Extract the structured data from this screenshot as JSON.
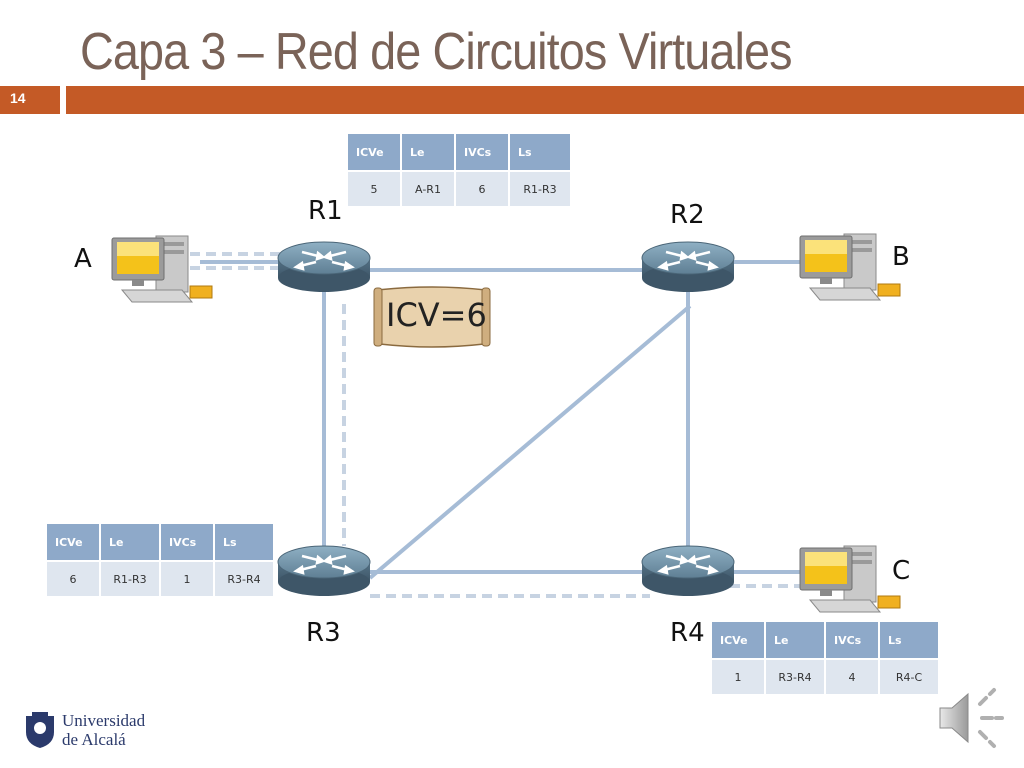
{
  "title": "Capa 3 – Red de Circuitos Virtuales",
  "slide_number": "14",
  "nodes": {
    "A": "A",
    "B": "B",
    "C": "C",
    "R1": "R1",
    "R2": "R2",
    "R3": "R3",
    "R4": "R4"
  },
  "scroll_label": "ICV=6",
  "tables": {
    "r1": {
      "headers": [
        "ICVe",
        "Le",
        "IVCs",
        "Ls"
      ],
      "row": [
        "5",
        "A-R1",
        "6",
        "R1-R3"
      ]
    },
    "r3": {
      "headers": [
        "ICVe",
        "Le",
        "IVCs",
        "Ls"
      ],
      "row": [
        "6",
        "R1-R3",
        "1",
        "R3-R4"
      ]
    },
    "r4": {
      "headers": [
        "ICVe",
        "Le",
        "IVCs",
        "Ls"
      ],
      "row": [
        "1",
        "R3-R4",
        "4",
        "R4-C"
      ]
    }
  },
  "logo": {
    "line1": "Universidad",
    "line2": "de Alcalá"
  },
  "icons": {
    "router": "router-icon",
    "computer": "computer-icon",
    "speaker": "speaker-icon",
    "logo": "university-crest-icon"
  },
  "colors": {
    "accent": "#c45a26",
    "title": "#7a6358",
    "link": "#a6bcd6",
    "table_header": "#8ea9c9",
    "table_cell": "#dfe6ef",
    "router": "#6f8ea3"
  }
}
